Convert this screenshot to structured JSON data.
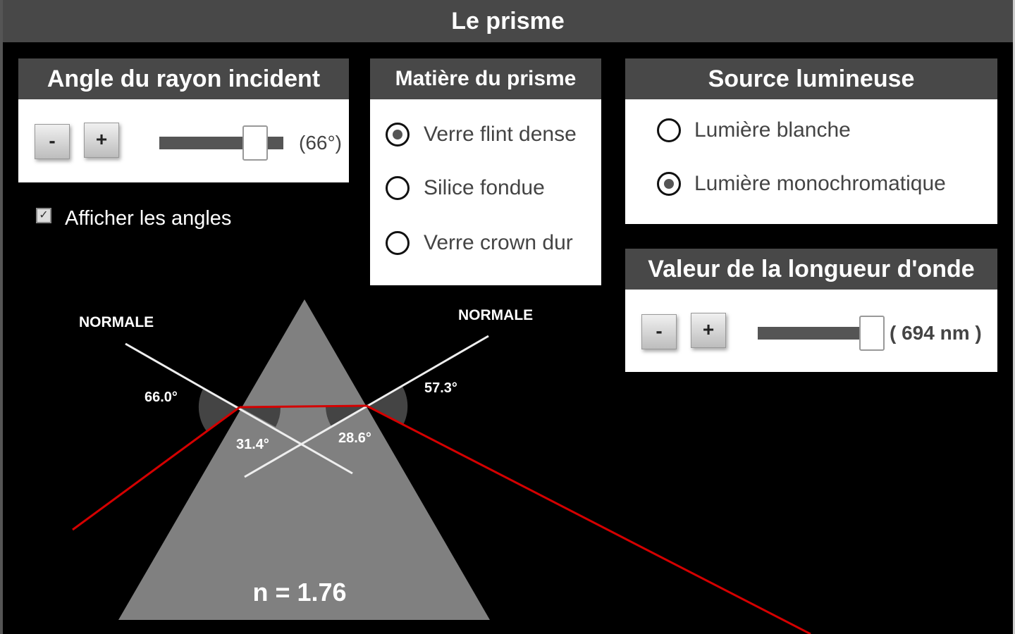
{
  "title": "Le prisme",
  "angle_panel": {
    "title": "Angle du rayon incident",
    "minus": "-",
    "plus": "+",
    "value": "(66°)",
    "slider_fraction": 0.78
  },
  "show_angles": {
    "label": "Afficher les angles",
    "checked": true
  },
  "material_panel": {
    "title": "Matière du prisme",
    "options": [
      "Verre flint dense",
      "Silice fondue",
      "Verre crown dur"
    ],
    "selected": 0
  },
  "source_panel": {
    "title": "Source lumineuse",
    "options": [
      "Lumière blanche",
      "Lumière monochromatique"
    ],
    "selected": 1
  },
  "wavelength_panel": {
    "title": "Valeur de la longueur d'onde",
    "minus": "-",
    "plus": "+",
    "value": "( 694 nm )",
    "slider_fraction": 0.95
  },
  "diagram": {
    "normal_left": "NORMALE",
    "normal_right": "NORMALE",
    "angle_incident": "66.0°",
    "angle_refracted_1": "31.4°",
    "angle_refracted_2": "28.6°",
    "angle_emergent": "57.3°",
    "index": "n = 1.76",
    "ray_color": "#d40000"
  }
}
